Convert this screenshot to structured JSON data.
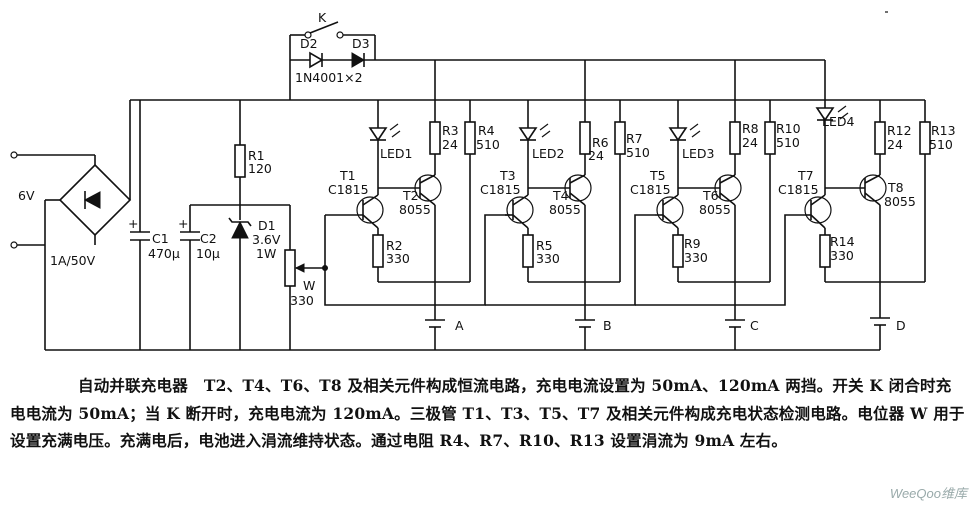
{
  "schematic": {
    "labels": {
      "switch": "K",
      "d2": "D2",
      "d3": "D3",
      "diode_part": "1N4001×2",
      "supply": "6V",
      "rectifier": "1A/50V",
      "c1": "C1",
      "c1_val": "470μ",
      "c2": "C2",
      "c2_val": "10μ",
      "r1": "R1",
      "r1_val": "120",
      "d1": "D1",
      "d1_v": "3.6V",
      "d1_w": "1W",
      "pot": "W",
      "pot_val": "330",
      "t1": "T1",
      "t1_part": "C1815",
      "led1": "LED1",
      "r2": "R2",
      "r2_val": "330",
      "t2": "T2",
      "t2_part": "8055",
      "r3": "R3",
      "r3_val": "24",
      "r4": "R4",
      "r4_val": "510",
      "t3": "T3",
      "t3_part": "C1815",
      "led2": "LED2",
      "r5": "R5",
      "r5_val": "330",
      "t4": "T4",
      "t4_part": "8055",
      "r6": "R6",
      "r6_val": "24",
      "r7": "R7",
      "r7_val": "510",
      "t5": "T5",
      "t5_part": "C1815",
      "led3": "LED3",
      "r9": "R9",
      "r9_val": "330",
      "t6": "T6",
      "t6_part": "8055",
      "r8": "R8",
      "r8_val": "24",
      "r10": "R10",
      "r10_val": "510",
      "t7": "T7",
      "t7_part": "C1815",
      "led4": "LED4",
      "r14": "R14",
      "r14_val": "330",
      "t8": "T8",
      "t8_part": "8055",
      "r12": "R12",
      "r12_val": "24",
      "r13": "R13",
      "r13_val": "510",
      "bat_a": "A",
      "bat_b": "B",
      "bat_c": "C",
      "bat_d": "D"
    }
  },
  "caption": {
    "title": "自动并联充电器",
    "body": "T2、T4、T6、T8 及相关元件构成恒流电路，充电电流设置为 50mA、120mA 两挡。开关 K 闭合时充电电流为 50mA；当 K 断开时，充电电流为 120mA。三极管 T1、T3、T5、T7 及相关元件构成充电状态检测电路。电位器 W 用于设置充满电压。充满电后，电池进入涓流维持状态。通过电阻 R4、R7、R10、R13 设置涓流为 9mA 左右。"
  },
  "watermark": "WeeQoo维库"
}
